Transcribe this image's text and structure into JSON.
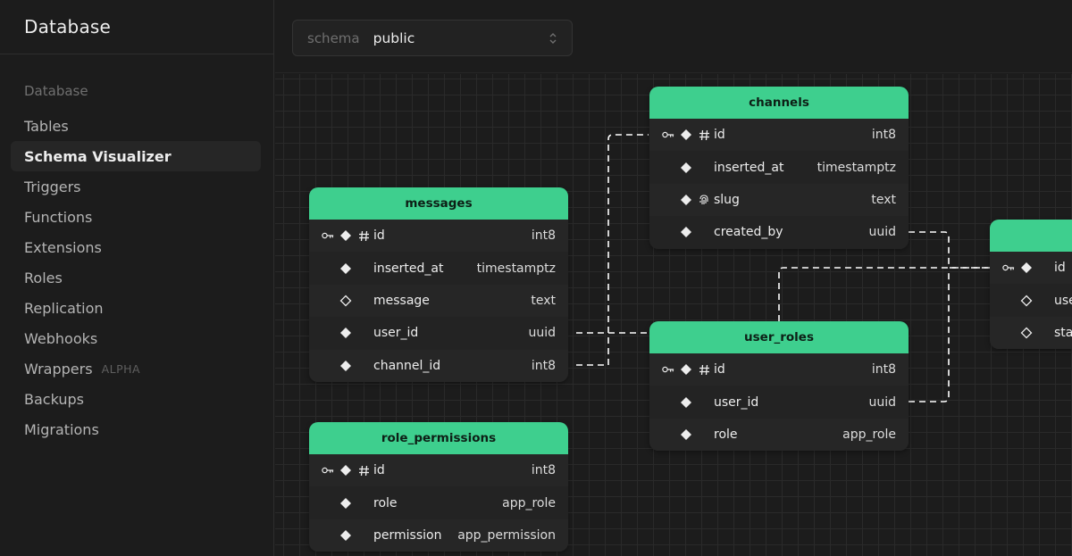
{
  "sidebar": {
    "title": "Database",
    "section_label": "Database",
    "items": [
      {
        "label": "Tables",
        "active": false,
        "badge": ""
      },
      {
        "label": "Schema Visualizer",
        "active": true,
        "badge": ""
      },
      {
        "label": "Triggers",
        "active": false,
        "badge": ""
      },
      {
        "label": "Functions",
        "active": false,
        "badge": ""
      },
      {
        "label": "Extensions",
        "active": false,
        "badge": ""
      },
      {
        "label": "Roles",
        "active": false,
        "badge": ""
      },
      {
        "label": "Replication",
        "active": false,
        "badge": ""
      },
      {
        "label": "Webhooks",
        "active": false,
        "badge": ""
      },
      {
        "label": "Wrappers",
        "active": false,
        "badge": "ALPHA"
      },
      {
        "label": "Backups",
        "active": false,
        "badge": ""
      },
      {
        "label": "Migrations",
        "active": false,
        "badge": ""
      }
    ]
  },
  "schema_select": {
    "prefix": "schema",
    "value": "public",
    "icon": "chevron-up-down-icon"
  },
  "colors": {
    "accent": "#3ecf8e",
    "background": "#1c1c1c",
    "card": "#232323",
    "connector": "#ffffff"
  },
  "tables": [
    {
      "name": "messages",
      "columns": [
        {
          "name": "id",
          "type": "int8",
          "icons": [
            "key-icon",
            "diamond-filled-icon",
            "hash-icon"
          ]
        },
        {
          "name": "inserted_at",
          "type": "timestamptz",
          "icons": [
            "diamond-filled-icon"
          ]
        },
        {
          "name": "message",
          "type": "text",
          "icons": [
            "diamond-outline-icon"
          ]
        },
        {
          "name": "user_id",
          "type": "uuid",
          "icons": [
            "diamond-filled-icon"
          ]
        },
        {
          "name": "channel_id",
          "type": "int8",
          "icons": [
            "diamond-filled-icon"
          ]
        }
      ]
    },
    {
      "name": "channels",
      "columns": [
        {
          "name": "id",
          "type": "int8",
          "icons": [
            "key-icon",
            "diamond-filled-icon",
            "hash-icon"
          ]
        },
        {
          "name": "inserted_at",
          "type": "timestamptz",
          "icons": [
            "diamond-filled-icon"
          ]
        },
        {
          "name": "slug",
          "type": "text",
          "icons": [
            "diamond-filled-icon",
            "fingerprint-icon"
          ]
        },
        {
          "name": "created_by",
          "type": "uuid",
          "icons": [
            "diamond-filled-icon"
          ]
        }
      ]
    },
    {
      "name": "user_roles",
      "columns": [
        {
          "name": "id",
          "type": "int8",
          "icons": [
            "key-icon",
            "diamond-filled-icon",
            "hash-icon"
          ]
        },
        {
          "name": "user_id",
          "type": "uuid",
          "icons": [
            "diamond-filled-icon"
          ]
        },
        {
          "name": "role",
          "type": "app_role",
          "icons": [
            "diamond-filled-icon"
          ]
        }
      ]
    },
    {
      "name": "role_permissions",
      "columns": [
        {
          "name": "id",
          "type": "int8",
          "icons": [
            "key-icon",
            "diamond-filled-icon",
            "hash-icon"
          ]
        },
        {
          "name": "role",
          "type": "app_role",
          "icons": [
            "diamond-filled-icon"
          ]
        },
        {
          "name": "permission",
          "type": "app_permission",
          "icons": [
            "diamond-filled-icon"
          ]
        }
      ]
    },
    {
      "name": "",
      "columns": [
        {
          "name": "id",
          "type": "",
          "icons": [
            "key-icon",
            "diamond-filled-icon"
          ]
        },
        {
          "name": "use",
          "type": "",
          "icons": [
            "diamond-outline-icon"
          ]
        },
        {
          "name": "sta",
          "type": "",
          "icons": [
            "diamond-outline-icon"
          ]
        }
      ]
    }
  ]
}
